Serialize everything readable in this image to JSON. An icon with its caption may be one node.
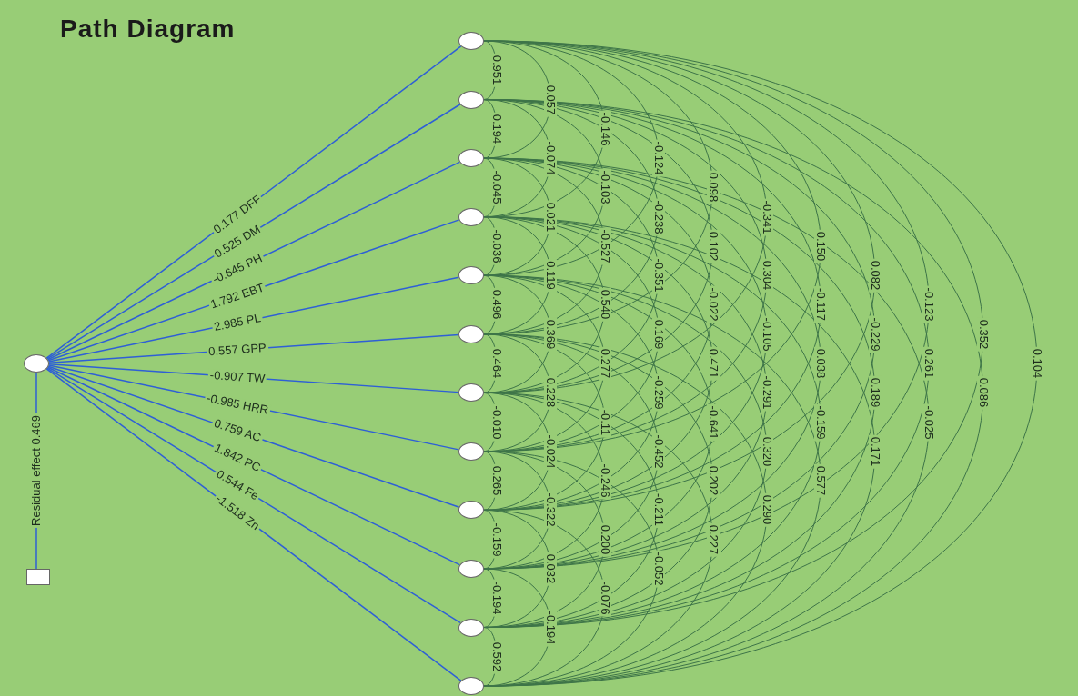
{
  "diagram": {
    "title": "Path Diagram",
    "nodes": [
      {
        "text": [],
        "shape": "circle"
      },
      {
        "text": [],
        "shape": "circle"
      },
      {
        "text": [],
        "shape": "circle"
      },
      {
        "text": [],
        "shape": "circle"
      },
      {
        "text": [],
        "shape": "circle"
      },
      {
        "text": [],
        "shape": "circle"
      },
      {
        "text": [],
        "shape": "circle"
      },
      {
        "text": [],
        "shape": "circle"
      },
      {
        "text": [],
        "shape": "circle"
      },
      {
        "text": [],
        "shape": "circle"
      },
      {
        "text": [],
        "shape": "circle"
      },
      {
        "text": [],
        "shape": "circle"
      },
      {
        "text": [],
        "shape": "circle"
      },
      {
        "text": [],
        "shape": "box"
      }
    ],
    "edges": [
      {
        "from": 0,
        "to": 1,
        "arrow": "none",
        "label": "0.177 DFF",
        "color": "#2e5fd6"
      },
      {
        "from": 0,
        "to": 2,
        "arrow": "none",
        "label": "0.525 DM",
        "color": "#2e5fd6"
      },
      {
        "from": 0,
        "to": 3,
        "arrow": "none",
        "label": "-0.645 PH",
        "color": "#2e5fd6"
      },
      {
        "from": 0,
        "to": 4,
        "arrow": "none",
        "label": "1.792 EBT",
        "color": "#2e5fd6"
      },
      {
        "from": 0,
        "to": 5,
        "arrow": "none",
        "label": "2.985 PL",
        "color": "#2e5fd6"
      },
      {
        "from": 0,
        "to": 6,
        "arrow": "none",
        "label": "0.557 GPP",
        "color": "#2e5fd6"
      },
      {
        "from": 0,
        "to": 7,
        "arrow": "none",
        "label": "-0.907 TW",
        "color": "#2e5fd6"
      },
      {
        "from": 0,
        "to": 8,
        "arrow": "none",
        "label": "-0.985 HRR",
        "color": "#2e5fd6"
      },
      {
        "from": 0,
        "to": 9,
        "arrow": "none",
        "label": "0.759 AC",
        "color": "#2e5fd6"
      },
      {
        "from": 0,
        "to": 10,
        "arrow": "none",
        "label": "1.842 PC",
        "color": "#2e5fd6"
      },
      {
        "from": 0,
        "to": 11,
        "arrow": "none",
        "label": "0.544 Fe",
        "color": "#2e5fd6"
      },
      {
        "from": 0,
        "to": 12,
        "arrow": "none",
        "label": "-1.518 Zn",
        "color": "#2e5fd6"
      },
      {
        "from": 0,
        "to": 13,
        "arrow": "none",
        "label": "Residual effect 0.469",
        "color": "#2e5fd6"
      },
      {
        "from": 1,
        "to": 2,
        "arrow": "none",
        "label": "0.951"
      },
      {
        "from": 1,
        "to": 3,
        "arrow": "none",
        "label": "0.057"
      },
      {
        "from": 1,
        "to": 4,
        "arrow": "none",
        "label": "-0.146"
      },
      {
        "from": 1,
        "to": 5,
        "arrow": "none",
        "label": "-0.124"
      },
      {
        "from": 1,
        "to": 6,
        "arrow": "none",
        "label": "0.098"
      },
      {
        "from": 1,
        "to": 7,
        "arrow": "none",
        "label": "-0.341"
      },
      {
        "from": 1,
        "to": 8,
        "arrow": "none",
        "label": "0.150"
      },
      {
        "from": 1,
        "to": 9,
        "arrow": "none",
        "label": "0.082"
      },
      {
        "from": 1,
        "to": 10,
        "arrow": "none",
        "label": "-0.123"
      },
      {
        "from": 1,
        "to": 11,
        "arrow": "none",
        "label": "0.352"
      },
      {
        "from": 1,
        "to": 12,
        "arrow": "none",
        "label": "0.104"
      },
      {
        "from": 2,
        "to": 3,
        "arrow": "none",
        "label": "0.194"
      },
      {
        "from": 2,
        "to": 4,
        "arrow": "none",
        "label": "-0.074"
      },
      {
        "from": 2,
        "to": 5,
        "arrow": "none",
        "label": "-0.103"
      },
      {
        "from": 2,
        "to": 6,
        "arrow": "none",
        "label": "-0.238"
      },
      {
        "from": 2,
        "to": 7,
        "arrow": "none",
        "label": "0.102"
      },
      {
        "from": 2,
        "to": 8,
        "arrow": "none",
        "label": "0.304"
      },
      {
        "from": 2,
        "to": 9,
        "arrow": "none",
        "label": "-0.117"
      },
      {
        "from": 2,
        "to": 10,
        "arrow": "none",
        "label": "-0.229"
      },
      {
        "from": 2,
        "to": 11,
        "arrow": "none",
        "label": "0.261"
      },
      {
        "from": 2,
        "to": 12,
        "arrow": "none",
        "label": "0.086"
      },
      {
        "from": 3,
        "to": 4,
        "arrow": "none",
        "label": "-0.045"
      },
      {
        "from": 3,
        "to": 5,
        "arrow": "none",
        "label": "0.021"
      },
      {
        "from": 3,
        "to": 6,
        "arrow": "none",
        "label": "-0.527"
      },
      {
        "from": 3,
        "to": 7,
        "arrow": "none",
        "label": "-0.351"
      },
      {
        "from": 3,
        "to": 8,
        "arrow": "none",
        "label": "-0.022"
      },
      {
        "from": 3,
        "to": 9,
        "arrow": "none",
        "label": "-0.105"
      },
      {
        "from": 3,
        "to": 10,
        "arrow": "none",
        "label": "0.038"
      },
      {
        "from": 3,
        "to": 11,
        "arrow": "none",
        "label": "0.189"
      },
      {
        "from": 3,
        "to": 12,
        "arrow": "none",
        "label": "-0.025"
      },
      {
        "from": 4,
        "to": 5,
        "arrow": "none",
        "label": "-0.036"
      },
      {
        "from": 4,
        "to": 6,
        "arrow": "none",
        "label": "0.119"
      },
      {
        "from": 4,
        "to": 7,
        "arrow": "none",
        "label": "0.540"
      },
      {
        "from": 4,
        "to": 8,
        "arrow": "none",
        "label": "0.169"
      },
      {
        "from": 4,
        "to": 9,
        "arrow": "none",
        "label": "0.471"
      },
      {
        "from": 4,
        "to": 10,
        "arrow": "none",
        "label": "-0.291"
      },
      {
        "from": 4,
        "to": 11,
        "arrow": "none",
        "label": "-0.159"
      },
      {
        "from": 4,
        "to": 12,
        "arrow": "none",
        "label": "0.171"
      },
      {
        "from": 5,
        "to": 6,
        "arrow": "none",
        "label": "0.496"
      },
      {
        "from": 5,
        "to": 7,
        "arrow": "none",
        "label": "0.369"
      },
      {
        "from": 5,
        "to": 8,
        "arrow": "none",
        "label": "0.277"
      },
      {
        "from": 5,
        "to": 9,
        "arrow": "none",
        "label": "-0.259"
      },
      {
        "from": 5,
        "to": 10,
        "arrow": "none",
        "label": "-0.641"
      },
      {
        "from": 5,
        "to": 11,
        "arrow": "none",
        "label": "0.320"
      },
      {
        "from": 5,
        "to": 12,
        "arrow": "none",
        "label": "0.577"
      },
      {
        "from": 6,
        "to": 7,
        "arrow": "none",
        "label": "0.464"
      },
      {
        "from": 6,
        "to": 8,
        "arrow": "none",
        "label": "0.228"
      },
      {
        "from": 6,
        "to": 9,
        "arrow": "none",
        "label": "-0.11"
      },
      {
        "from": 6,
        "to": 10,
        "arrow": "none",
        "label": "-0.452"
      },
      {
        "from": 6,
        "to": 11,
        "arrow": "none",
        "label": "0.202"
      },
      {
        "from": 6,
        "to": 12,
        "arrow": "none",
        "label": "0.290"
      },
      {
        "from": 7,
        "to": 8,
        "arrow": "none",
        "label": "-0.010"
      },
      {
        "from": 7,
        "to": 9,
        "arrow": "none",
        "label": "-0.024"
      },
      {
        "from": 7,
        "to": 10,
        "arrow": "none",
        "label": "-0.246"
      },
      {
        "from": 7,
        "to": 11,
        "arrow": "none",
        "label": "-0.211"
      },
      {
        "from": 7,
        "to": 12,
        "arrow": "none",
        "label": "0.227"
      },
      {
        "from": 8,
        "to": 9,
        "arrow": "none",
        "label": "0.265"
      },
      {
        "from": 8,
        "to": 10,
        "arrow": "none",
        "label": "-0.322"
      },
      {
        "from": 8,
        "to": 11,
        "arrow": "none",
        "label": "0.200"
      },
      {
        "from": 8,
        "to": 12,
        "arrow": "none",
        "label": "-0.052"
      },
      {
        "from": 9,
        "to": 10,
        "arrow": "none",
        "label": "-0.159"
      },
      {
        "from": 9,
        "to": 11,
        "arrow": "none",
        "label": "0.032"
      },
      {
        "from": 9,
        "to": 12,
        "arrow": "none",
        "label": "-0.076"
      },
      {
        "from": 10,
        "to": 11,
        "arrow": "none",
        "label": "-0.194"
      },
      {
        "from": 10,
        "to": 12,
        "arrow": "none",
        "label": "-0.194"
      },
      {
        "from": 11,
        "to": 12,
        "arrow": "none",
        "label": "0.592"
      }
    ]
  }
}
